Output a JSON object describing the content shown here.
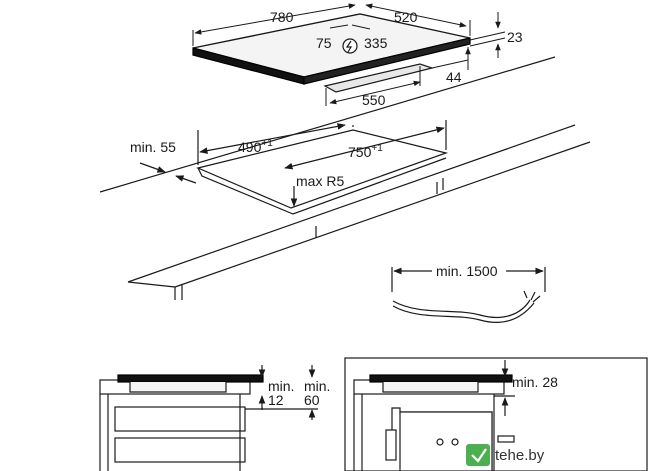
{
  "labels": {
    "hob_width": "780",
    "hob_depth": "520",
    "hob_height": "23",
    "cable_offset_x": "75",
    "cable_offset_y": "335",
    "box_height": "44",
    "box_width": "550",
    "min_side": "min. 55",
    "cutout_depth": "490",
    "cutout_depth_tol": "+1",
    "cutout_width": "750",
    "cutout_width_tol": "+1",
    "max_radius": "max R5",
    "cable_length": "min. 1500",
    "clearance_a_min1": "min.",
    "clearance_a_val1": "12",
    "clearance_a_min2": "min.",
    "clearance_a_val2": "60",
    "clearance_b": "min. 28"
  },
  "watermark": {
    "text": "tehe.by",
    "color": "#2e7d32"
  },
  "colors": {
    "line": "#1a1a1a",
    "hob_top": "#f2f2f2",
    "hob_edge": "#000000"
  }
}
